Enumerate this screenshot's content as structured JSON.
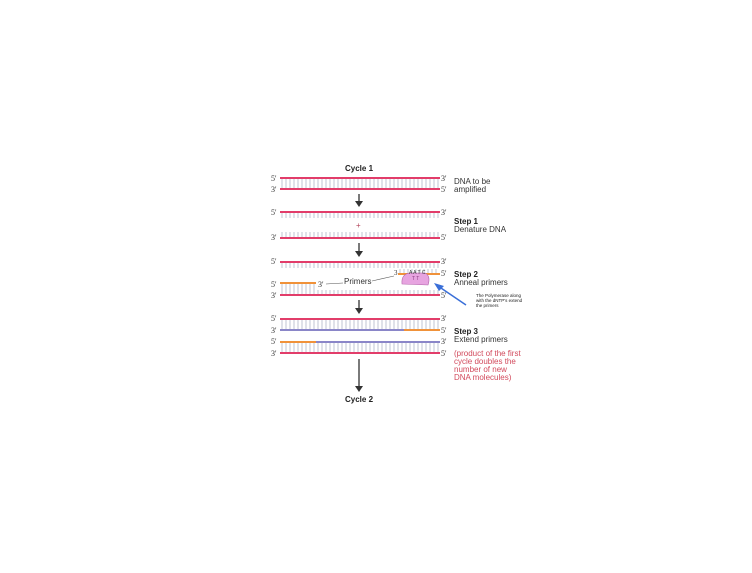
{
  "colors": {
    "template_strand": "#e23d6a",
    "rung": "#b0b8c8",
    "primer": "#f0923a",
    "new_strand": "#8a86c8",
    "polymerase": "#e7a4e0",
    "arrow": "#333333",
    "note_arrow": "#3a6fd8",
    "product_text": "#d24a5c"
  },
  "labels": {
    "cycle1": "Cycle 1",
    "cycle2": "Cycle 2",
    "five_prime": "5'",
    "three_prime": "3'",
    "start_line1": "DNA to be",
    "start_line2": "amplified",
    "step1_title": "Step 1",
    "step1_desc": "Denature DNA",
    "plus": "+",
    "step2_title": "Step 2",
    "step2_desc": "Anneal primers",
    "primers": "Primers",
    "primer_3": "3'",
    "primer_3b": "3",
    "bases": "A A T C",
    "polymerase": "T T",
    "note": "The Polymerase along with the dNTP's extend the primers",
    "step3_title": "Step 3",
    "step3_desc": "Extend primers",
    "product": "(product of the first cycle doubles the number of new DNA molecules)"
  }
}
